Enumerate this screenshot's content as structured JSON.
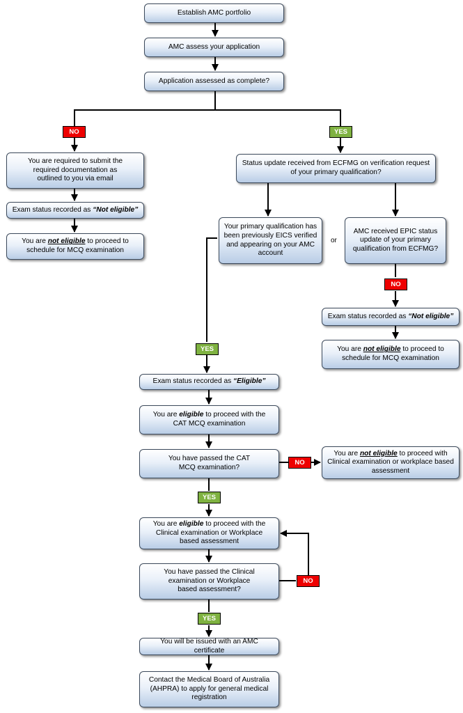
{
  "nodes": {
    "establish_portfolio": "Establish AMC portfolio",
    "amc_assess": "AMC assess your application",
    "assessed_complete": "Application assessed as complete?",
    "submit_docs": "You are required to submit the required documentation as outlined to you via email",
    "status_update_ecfmg": "Status update received from ECFMG on verification request of your primary qualification?",
    "not_eligible_left": {
      "prefix": "Exam status recorded as ",
      "value": "“Not eligible”"
    },
    "not_proceed_left": {
      "a": "You are ",
      "b": "not eligible",
      "c": " to proceed to schedule for MCQ examination"
    },
    "eics_verified": "Your primary qualification has been previously EICS verified and appearing on your AMC account",
    "epic_status": "AMC received EPIC status update of your primary qualification from ECFMG?",
    "not_eligible_right": {
      "prefix": "Exam status recorded as ",
      "value": "“Not eligible”"
    },
    "not_proceed_right": {
      "a": "You are ",
      "b": "not eligible",
      "c": " to proceed to schedule for MCQ examination"
    },
    "eligible_status": {
      "prefix": "Exam status recorded as ",
      "value": "“Eligible”"
    },
    "eligible_cat": {
      "a": "You are ",
      "b": "eligible",
      "c": " to proceed with the CAT MCQ examination"
    },
    "passed_cat": "You have passed the CAT MCQ examination?",
    "not_eligible_clinical": {
      "a": "You are ",
      "b": "not eligible",
      "c": " to proceed with Clinical examination or workplace based assessment"
    },
    "eligible_clinical": {
      "a": "You are ",
      "b": "eligible",
      "c": " to proceed with the Clinical examination or Workplace based assessment"
    },
    "passed_clinical": "You have passed the Clinical examination or Workplace based assessment?",
    "amc_certificate": "You will be issued with an AMC certificate",
    "contact_board": "Contact the Medical Board of Australia (AHPRA) to apply for general medical registration"
  },
  "labels": {
    "no": "NO",
    "yes": "YES",
    "or": "or"
  },
  "colors": {
    "no_fill": "#ee0000",
    "yes_fill": "#7fb241",
    "box_border": "#3c4a5c",
    "connector": "#000000"
  }
}
